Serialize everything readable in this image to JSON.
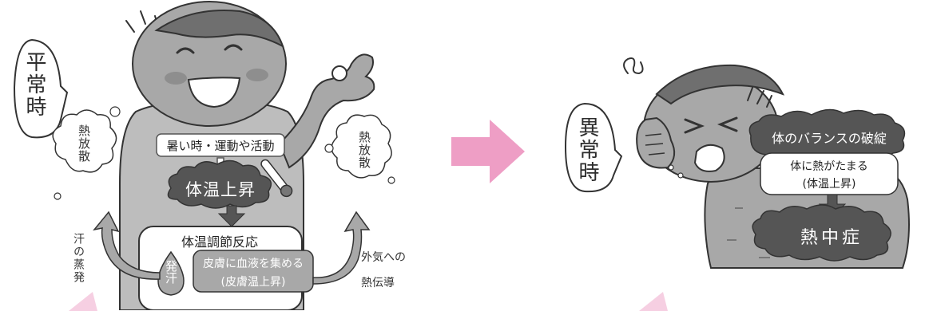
{
  "left_panel": {
    "state_label": "平常時",
    "heat_release_left": "熱放散",
    "heat_release_right": "熱放散",
    "trigger": "暑い時・運動や活動",
    "body_temp_rise": "体温上昇",
    "thermoregulation": "体温調節反応",
    "sweating": "発汗",
    "blood_to_skin_line1": "皮膚に血液を集める",
    "blood_to_skin_line2": "(皮膚温上昇)",
    "sweat_evaporation": "汗の蒸発",
    "conduction_line1": "外気への",
    "conduction_line2": "熱伝導"
  },
  "arrow": {
    "color": "#ee9ec5",
    "icon": "right-arrow"
  },
  "right_panel": {
    "state_label": "異常時",
    "balance_collapse": "体のバランスの破綻",
    "heat_accumulates": "体に熱がたまる",
    "body_temp_rise_paren": "(体温上昇)",
    "heatstroke": "熱中症"
  },
  "colors": {
    "accent_pink": "#ee9ec5",
    "body_gray": "#bdbdbd",
    "skin_gray": "#a8a8a8",
    "dark_cloud": "#555555",
    "hair": "#6f6f6f"
  }
}
